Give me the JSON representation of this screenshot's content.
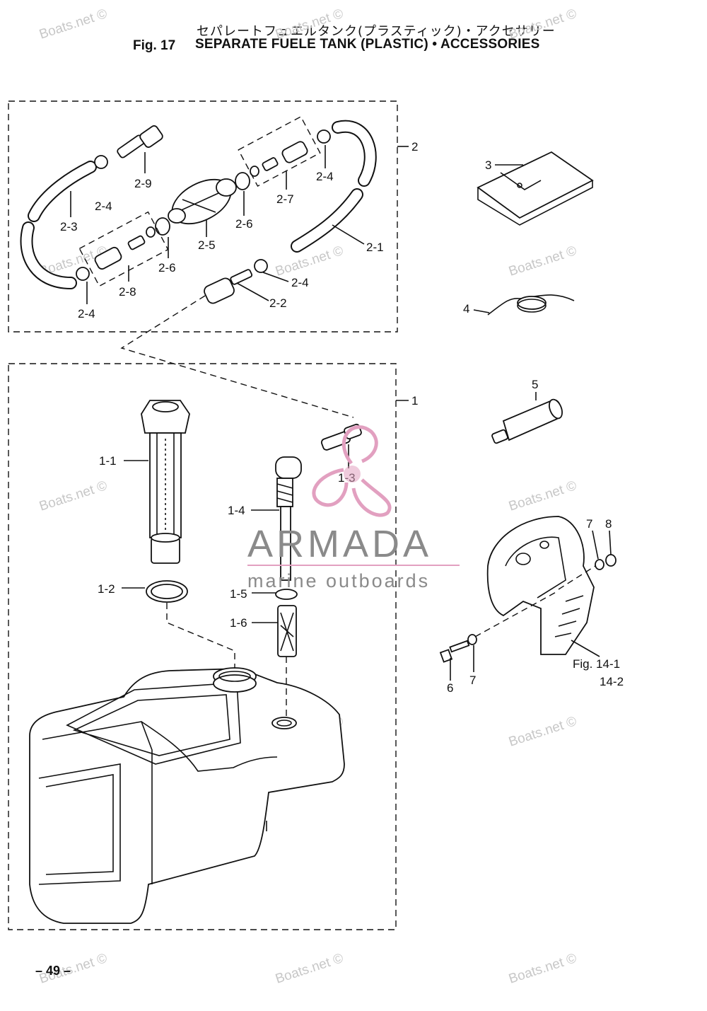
{
  "header": {
    "title_jp": "セパレートフュエルタンク(プラスティック)・アクセサリー",
    "fig_number": "Fig. 17",
    "title_en": "SEPARATE FUELE TANK (PLASTIC) • ACCESSORIES"
  },
  "page_number": "– 49 –",
  "watermark": "Boats.net ©",
  "logo": {
    "name": "ARMADA",
    "tagline": "marine outboards",
    "accent_color": "#e2a0c0"
  },
  "parts": {
    "p1": "1",
    "p1_1": "1-1",
    "p1_2": "1-2",
    "p1_3": "1-3",
    "p1_4": "1-4",
    "p1_5": "1-5",
    "p1_6": "1-6",
    "p2": "2",
    "p2_1": "2-1",
    "p2_2": "2-2",
    "p2_3": "2-3",
    "p2_4": "2-4",
    "p2_5": "2-5",
    "p2_6": "2-6",
    "p2_7": "2-7",
    "p2_8": "2-8",
    "p2_9": "2-9",
    "p3": "3",
    "p4": "4",
    "p5": "5",
    "p6": "6",
    "p7": "7",
    "p8": "8",
    "ref_fig": "Fig. 14-1",
    "ref_sub": "14-2"
  }
}
